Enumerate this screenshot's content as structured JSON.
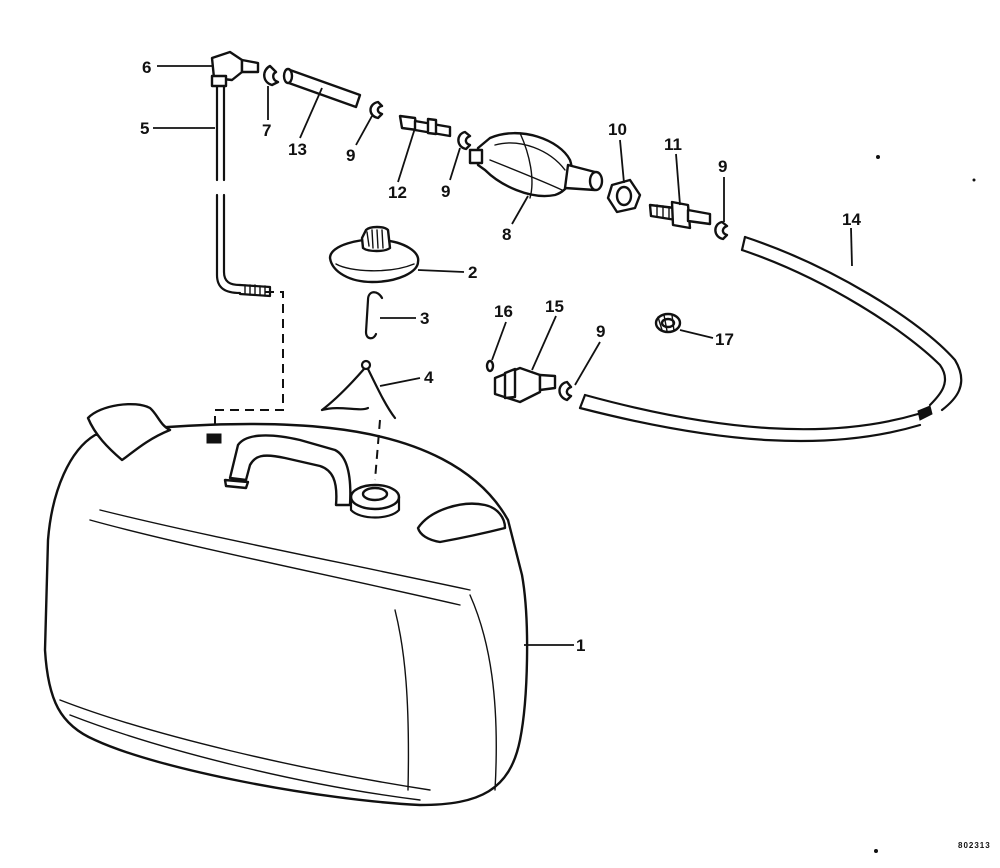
{
  "callouts": {
    "c1": "1",
    "c2": "2",
    "c3": "3",
    "c4": "4",
    "c5": "5",
    "c6": "6",
    "c7": "7",
    "c8": "8",
    "c9a": "9",
    "c9b": "9",
    "c9c": "9",
    "c9d": "9",
    "c10": "10",
    "c11": "11",
    "c12": "12",
    "c13": "13",
    "c14": "14",
    "c15": "15",
    "c16": "16",
    "c17": "17"
  },
  "figure_code": "802313",
  "colors": {
    "ink": "#111111",
    "paper": "#ffffff"
  }
}
